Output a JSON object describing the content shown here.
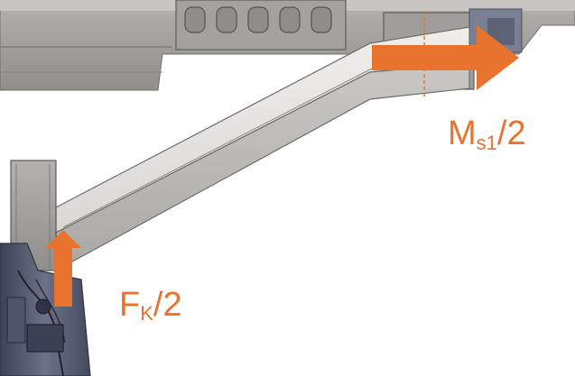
{
  "labels": {
    "moment": {
      "main": "M",
      "sub": "s1",
      "tail": "/2"
    },
    "force": {
      "main": "F",
      "sub": "K",
      "tail": "/2"
    }
  },
  "colors": {
    "arrow": "#e8732e",
    "label": "#e8732e",
    "beam_top": "#e6e5e1",
    "beam_front": "#bdbcb8",
    "frame": "#a8a7a3",
    "mechanism": "#5a5f74",
    "dashed_line": "#e8732e"
  },
  "icons": {
    "moment_arrow": "right-arrow-icon",
    "force_arrow": "up-arrow-icon"
  }
}
